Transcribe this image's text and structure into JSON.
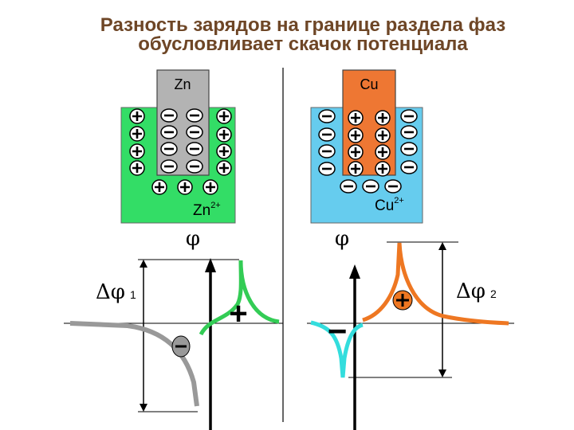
{
  "title": {
    "line1": "Разность зарядов на границе раздела фаз",
    "line2": "обусловливает скачок потенциала"
  },
  "left_cell": {
    "electrode_label": "Zn",
    "ion_label": "Zn",
    "ion_charge": "2+",
    "solution_color": "#33dd66",
    "electrode_color": "#b3b3b3"
  },
  "right_cell": {
    "electrode_label": "Cu",
    "ion_label": "Cu",
    "ion_charge": "2+",
    "solution_color": "#66ccee",
    "electrode_color": "#ee7733"
  },
  "left_graph": {
    "phi_label": "φ",
    "delta_symbol": "Δφ",
    "delta_subscript": "1",
    "curve_left_color": "#999999",
    "curve_right_color": "#33cc55"
  },
  "right_graph": {
    "phi_label": "φ",
    "delta_symbol": "Δφ",
    "delta_subscript": "2",
    "curve_left_color": "#33dddd",
    "curve_right_color": "#ee7722"
  },
  "symbols": {
    "plus": "+",
    "minus": "−"
  }
}
